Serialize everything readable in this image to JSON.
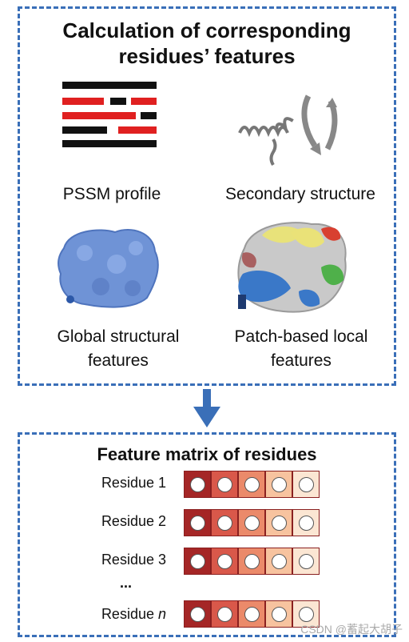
{
  "panel_top": {
    "title_line1": "Calculation of corresponding",
    "title_line2": "residues’ features",
    "items": [
      {
        "label": "PSSM profile"
      },
      {
        "label": "Secondary structure"
      },
      {
        "label_line1": "Global structural",
        "label_line2": "features"
      },
      {
        "label_line1": "Patch-based local",
        "label_line2": "features"
      }
    ]
  },
  "panel_bottom": {
    "title": "Feature matrix of residues",
    "rows": [
      {
        "label": "Residue 1"
      },
      {
        "label": "Residue 2"
      },
      {
        "label": "Residue 3"
      }
    ],
    "ellipsis": "...",
    "last_row_prefix": "Residue ",
    "last_row_var": "n"
  },
  "colors": {
    "dash_blue": "#3a6fb8",
    "cell_colors": [
      "#a52626",
      "#d9584a",
      "#eb8a6a",
      "#f7c39f",
      "#fbe6d3"
    ]
  },
  "watermark": "CSDN @蓄起大胡子"
}
